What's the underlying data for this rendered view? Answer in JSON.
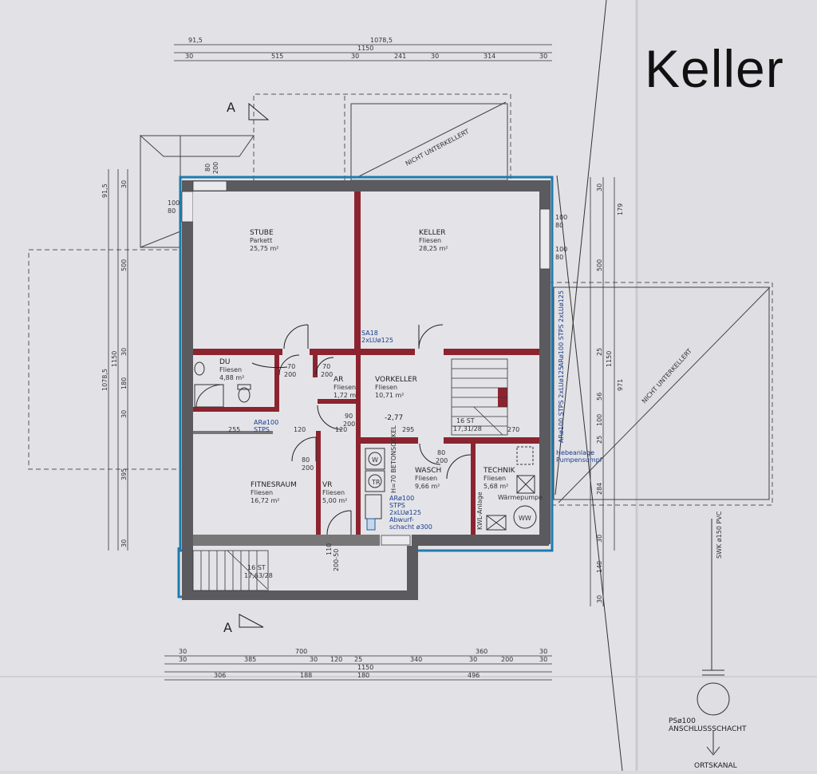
{
  "title": "Keller",
  "rooms": [
    {
      "id": "stube",
      "name": "STUBE",
      "floor": "Parkett",
      "area": "25,75 m²"
    },
    {
      "id": "keller",
      "name": "KELLER",
      "floor": "Fliesen",
      "area": "28,25 m²"
    },
    {
      "id": "du",
      "name": "DU",
      "floor": "Fliesen",
      "area": "4,88 m²"
    },
    {
      "id": "ar",
      "name": "AR",
      "floor": "Fliesen",
      "area": "1,72 m²"
    },
    {
      "id": "vorkeller",
      "name": "VORKELLER",
      "floor": "Fliesen",
      "area": "10,71 m²"
    },
    {
      "id": "fitnessraum",
      "name": "FITNESRAUM",
      "floor": "Fliesen",
      "area": "16,72 m²"
    },
    {
      "id": "vr",
      "name": "VR",
      "floor": "Fliesen",
      "area": "5,00 m²"
    },
    {
      "id": "wasch",
      "name": "WASCH",
      "floor": "Fliesen",
      "area": "9,66 m²"
    },
    {
      "id": "technik",
      "name": "TECHNIK",
      "floor": "Fliesen",
      "area": "5,68 m²"
    }
  ],
  "annotations": {
    "nicht_unterkellert_top": "NICHT UNTERKELLERT",
    "nicht_unterkellert_right": "NICHT UNTERKELLERT",
    "level": "-2,77",
    "sa18": "SA18",
    "sa18_sub": "2xLUø125",
    "ar100_stps_left": "ARø100",
    "ar100_stps_left_sub": "STPS",
    "ar100_stps_right1": "ARø100 STPS 2xLUø125",
    "ar100_stps_right2": "ARø100 STPS 2xLUø125",
    "ar100_wasch": "ARø100",
    "ar100_wasch_2": "STPS",
    "ar100_wasch_3": "2xLUø125",
    "abwurf": "Abwurf-",
    "abwurf_2": "schacht ø300",
    "betonsockel": "H=70 BETONSOCKEL",
    "hebeanlage": "Hebeanlage",
    "hebeanlage_2": "Pumpensumpf",
    "waermepumpe": "Wärmepumpe",
    "ww": "WW",
    "kwl": "KWL-Anlage",
    "stairs_16st_a": "16 ST",
    "stairs_16st_a_sub": "17,31/28",
    "stairs_16st_b": "16 ST",
    "stairs_16st_b_sub": "17,63/28",
    "swk": "SWK ø150 PVC",
    "ps100": "PSø100",
    "anschluss": "ANSCHLUSSSCHACHT",
    "ortskanal": "ORTSKANAL",
    "section_a": "A",
    "tr": "TR",
    "w": "W"
  },
  "dimensions": {
    "top_row1": [
      "91,5",
      "1078,5"
    ],
    "top_row2": [
      "1150"
    ],
    "top_row3": [
      "30",
      "515",
      "30",
      "241",
      "30",
      "314",
      "30"
    ],
    "bottom_row1": [
      "30",
      "700",
      "360",
      "30"
    ],
    "bottom_row2": [
      "30",
      "385",
      "30",
      "120",
      "25",
      "340",
      "30",
      "200",
      "30"
    ],
    "bottom_row3": [
      "1150"
    ],
    "bottom_row4": [
      "306",
      "188",
      "180",
      "496"
    ],
    "left_col1": [
      "91,5",
      "1078,5"
    ],
    "left_col2": [
      "30",
      "500",
      "30",
      "1150",
      "180",
      "30",
      "395",
      "30"
    ],
    "right_col1": [
      "30",
      "179",
      "500",
      "25",
      "1150",
      "56",
      "971",
      "100",
      "25",
      "284",
      "30",
      "140",
      "30"
    ],
    "interior": [
      "255",
      "120",
      "120",
      "295",
      "270",
      "70",
      "200",
      "70",
      "200",
      "90",
      "200",
      "80",
      "200",
      "80",
      "200",
      "100",
      "80",
      "100",
      "80",
      "100",
      "80",
      "110",
      "200-50"
    ],
    "door_labels": [
      "80",
      "200"
    ]
  }
}
